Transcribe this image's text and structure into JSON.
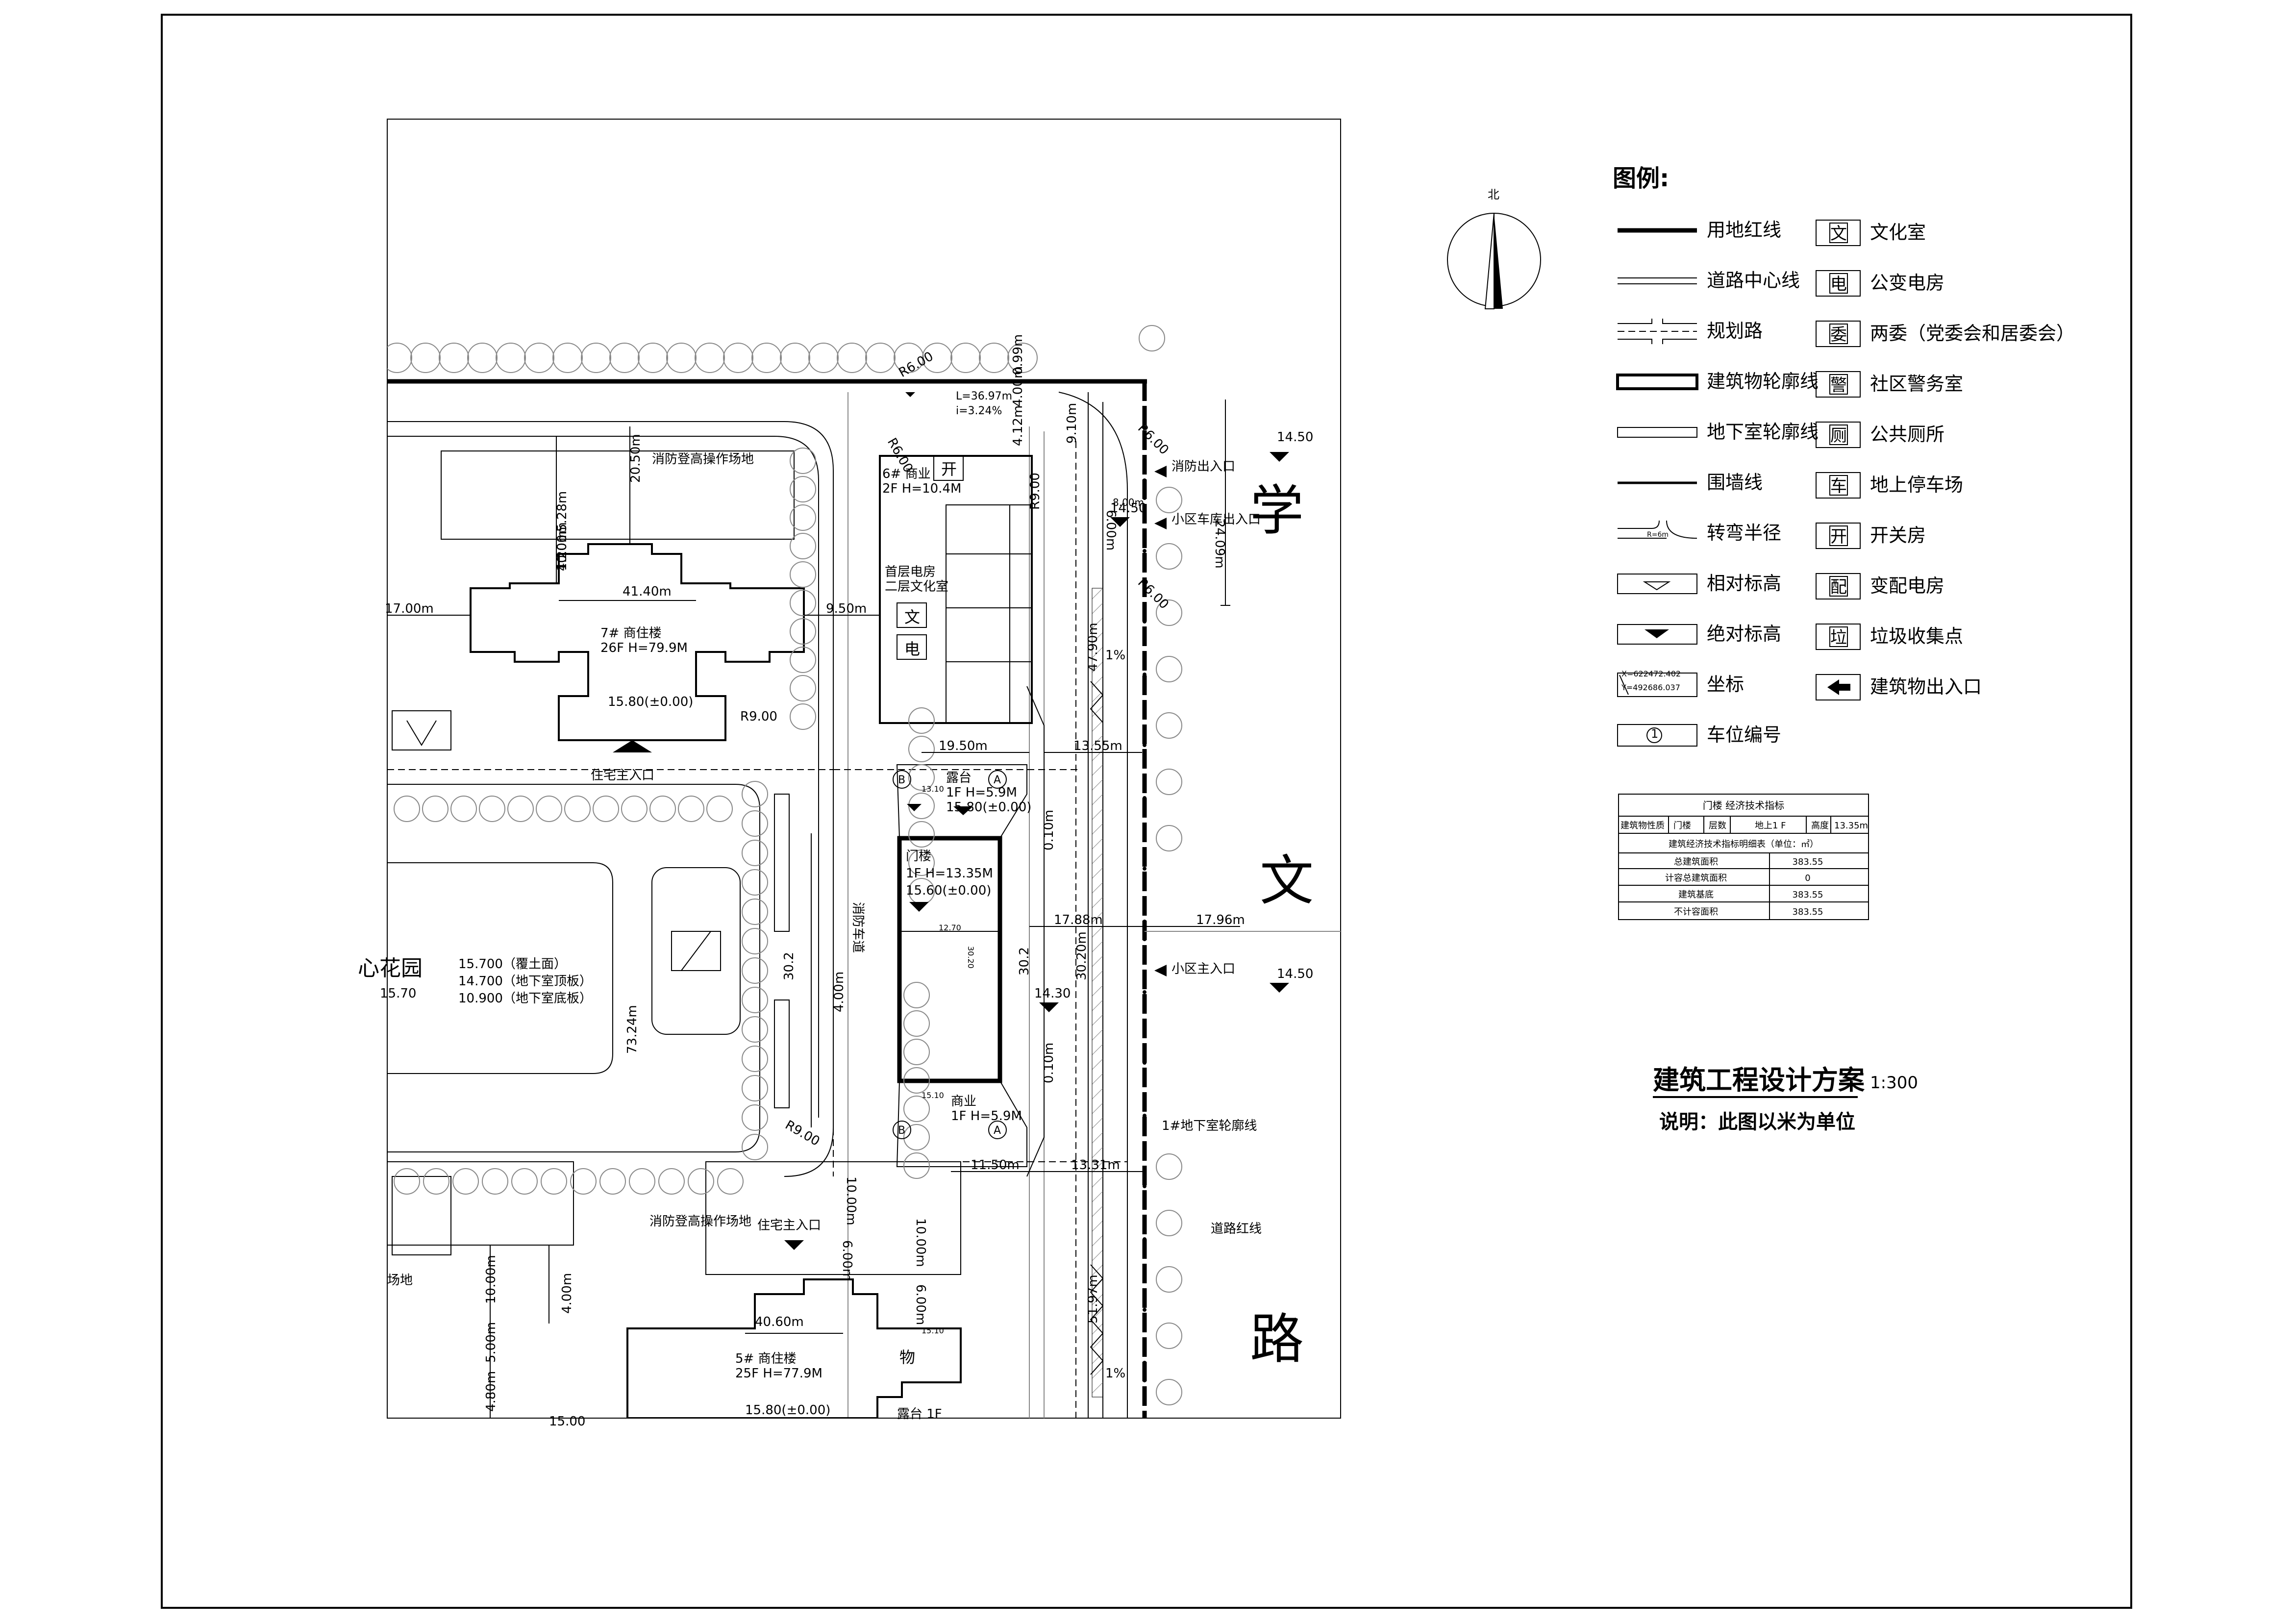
{
  "legend": {
    "title": "图例:",
    "left_items": [
      {
        "symbol": "line-bold",
        "label": "用地红线"
      },
      {
        "symbol": "line-double",
        "label": "道路中心线"
      },
      {
        "symbol": "planned-road",
        "label": "规划路"
      },
      {
        "symbol": "building-outline",
        "label": "建筑物轮廓线"
      },
      {
        "symbol": "basement-outline",
        "label": "地下室轮廓线"
      },
      {
        "symbol": "wall-line",
        "label": "围墙线"
      },
      {
        "symbol": "turn-radius",
        "label": "转弯半径"
      },
      {
        "symbol": "relative-elevation",
        "label": "相对标高"
      },
      {
        "symbol": "absolute-elevation",
        "label": "绝对标高"
      },
      {
        "symbol": "coordinate",
        "label": "坐标"
      },
      {
        "symbol": "parking-number",
        "label": "车位编号"
      }
    ],
    "coord_sample": {
      "x": "X=622472.402",
      "y": "Y=492686.037"
    },
    "turn_sample": "R=6m",
    "parking_sample": "1",
    "right_items": [
      {
        "char": "文",
        "label": "文化室"
      },
      {
        "char": "电",
        "label": "公变电房"
      },
      {
        "char": "委",
        "label": "两委（党委会和居委会）"
      },
      {
        "char": "警",
        "label": "社区警务室"
      },
      {
        "char": "厕",
        "label": "公共厕所"
      },
      {
        "char": "车",
        "label": "地上停车场"
      },
      {
        "char": "开",
        "label": "开关房"
      },
      {
        "char": "配",
        "label": "变配电房"
      },
      {
        "char": "垃",
        "label": "垃圾收集点"
      },
      {
        "char": "arrow",
        "label": "建筑物出入口"
      }
    ]
  },
  "north": "北",
  "table": {
    "title": "门楼 经济技术指标",
    "header": [
      "建筑物性质",
      "门楼",
      "层数",
      "地上1 F",
      "高度",
      "13.35m"
    ],
    "subtitle": "建筑经济技术指标明细表（单位：㎡）",
    "rows": [
      [
        "总建筑面积",
        "383.55"
      ],
      [
        "计容总建筑面积",
        "0"
      ],
      [
        "建筑基底",
        "383.55"
      ],
      [
        "不计容面积",
        "383.55"
      ]
    ]
  },
  "title_block": {
    "title": "建筑工程设计方案",
    "scale": "1:300",
    "note": "说明：此图以米为单位"
  },
  "road_name": [
    "学",
    "文",
    "路"
  ],
  "plan_labels": {
    "b6": [
      "6# 商业",
      "2F H=10.4M"
    ],
    "b6_kai": "开",
    "substation": [
      "首层电房",
      "二层文化室"
    ],
    "wen": "文",
    "dian": "电",
    "b7": [
      "7# 商住楼",
      "26F H=79.9M"
    ],
    "b7_elev": "15.80(±0.00)",
    "b7_width": "41.40m",
    "entrance_res_top": "住宅主入口",
    "entrance_res_bottom": "住宅主入口",
    "fire_area_top": "消防登高操作场地",
    "fire_area_bottom": "消防登高操作场地",
    "fire_lane": "消防车道",
    "garden": "心花园",
    "garden_elev": [
      "15.700（覆土面）",
      "14.700（地下室顶板）",
      "10.900（地下室底板）"
    ],
    "garden_side_elev": "15.70",
    "terrace": [
      "露台",
      "1F H=5.9M",
      "15.80(±0.00)"
    ],
    "gatehouse": [
      "门楼",
      "1F H=13.35M",
      "15.60(±0.00)"
    ],
    "shop": [
      "商业",
      "1F H=5.9M"
    ],
    "b5": [
      "5# 商住楼",
      "25F H=77.9M"
    ],
    "b5_elev": "15.80(±0.00)",
    "b5_width": "40.60m",
    "b5_wu": "物",
    "terrace_bottom": "露台 1F",
    "fire_exit": "消防出入口",
    "garage_entry": "小区车库出入口",
    "main_entry": "小区主入口",
    "basement_line": "1#地下室轮廓线",
    "road_redline": "道路红线",
    "site_left": "场地",
    "elev_1450_a": "14.50",
    "elev_1450_b": "14.50",
    "elev_1450_c": "14.50",
    "elev_1430": "14.30",
    "slope_a": "1%",
    "slope_b": "1%",
    "grade_note": [
      "L=36.97m",
      "i=3.24%"
    ],
    "grid_a": "A",
    "grid_b": "B",
    "dims": {
      "d1700": "17.00m",
      "d950": "9.50m",
      "d1950": "19.50m",
      "d1355": "13.55m",
      "d1788": "17.88m",
      "d1796": "17.96m",
      "d1150": "11.50m",
      "d1331": "13.31m",
      "d4790": "47.90m",
      "d5197": "51.97m",
      "d3020": "30.20m",
      "d302a": "30.2",
      "d302b": "30.2",
      "d7324": "73.24m",
      "d1000a": "10.00m",
      "d2050": "20.50m",
      "d528": "5.28m",
      "d420": "4.20m",
      "d1000b": "10.00m",
      "d500": "5.00m",
      "d480": "4.80m",
      "d400a": "4.00m",
      "d400b": "4.00m",
      "d412": "4.12m",
      "d400c": "4.00m",
      "d910": "9.10m",
      "d099": "0.99m",
      "d2409": "24.09m",
      "d600a": "6.00m",
      "d010a": "0.10m",
      "d010b": "0.10m",
      "d1000c": "10.00m",
      "d1000d": "10.00m",
      "d600b": "6.00m",
      "d600c": "6.00m",
      "d800": "8.00m",
      "d1500": "15.00",
      "r600a": "R6.00",
      "r600b": "R6.00",
      "r600c": "R6.00",
      "r600d": "R6.00",
      "r900a": "R9.00",
      "r900b": "R9.00",
      "r900c": "R9.00",
      "h1270": "12.70",
      "h3020": "30.20",
      "h1310": "13.10",
      "h1510": "15.10",
      "h1510b": "15.10"
    }
  }
}
